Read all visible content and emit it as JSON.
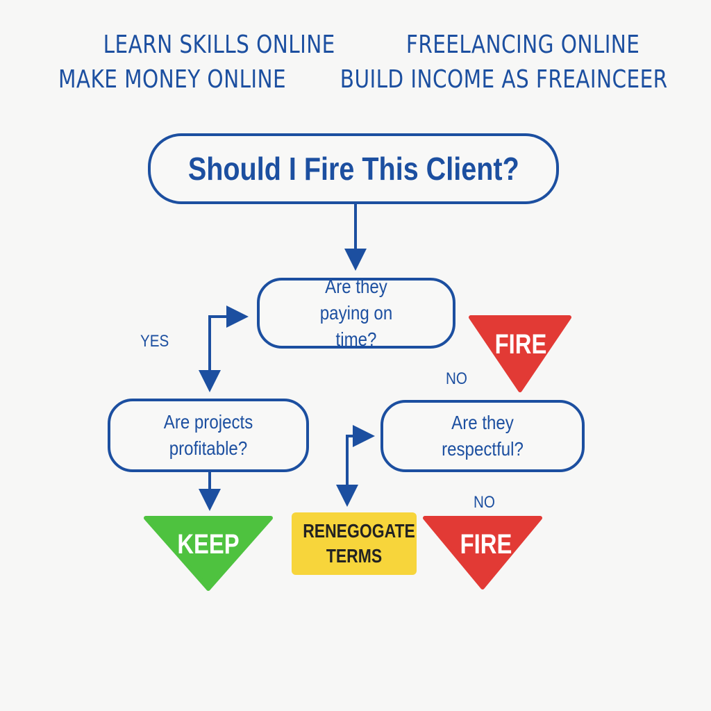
{
  "header": {
    "tags": [
      "LEARN SKILLS ONLINE",
      "FREELANCING ONLINE",
      "MAKE MONEY ONLINE",
      "BUILD INCOME AS FREAINCEER"
    ]
  },
  "flowchart": {
    "title": "Should I Fire This Client?",
    "questions": {
      "paying": "Are they paying on time?",
      "profitable": "Are projects profitable?",
      "respectful": "Are they respectful?"
    },
    "edge_labels": {
      "yes": "YES",
      "no_1": "NO",
      "no_2": "NO"
    },
    "outcomes": {
      "fire_top": "FIRE",
      "keep": "KEEP",
      "renegotiate": "RENEGOGATE TERMS",
      "fire_bottom": "FIRE"
    }
  },
  "colors": {
    "primary_blue": "#1c4fa0",
    "keep_green": "#4ec23f",
    "fire_red": "#e23a35",
    "renegotiate_yellow": "#f7d53b",
    "background": "#f7f7f6"
  }
}
